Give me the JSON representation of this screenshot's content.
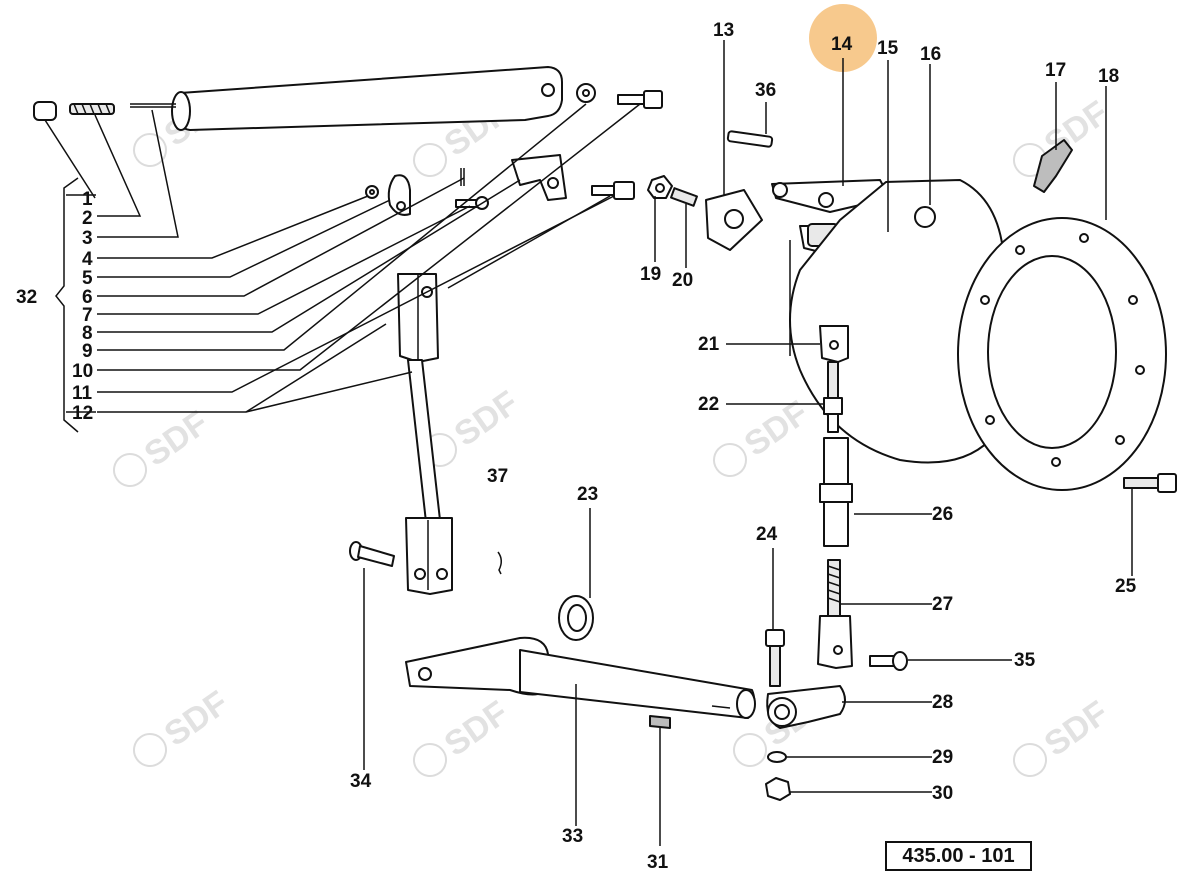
{
  "diagram": {
    "drawing_code": "435.00 - 101",
    "highlighted_callout": "14",
    "highlight_color": "#f7c98d",
    "watermark_text": "SDF",
    "callouts": {
      "c1": "1",
      "c2": "2",
      "c3": "3",
      "c4": "4",
      "c5": "5",
      "c6": "6",
      "c7": "7",
      "c8": "8",
      "c9": "9",
      "c10": "10",
      "c11": "11",
      "c12": "12",
      "c13": "13",
      "c14": "14",
      "c15": "15",
      "c16": "16",
      "c17": "17",
      "c18": "18",
      "c19": "19",
      "c20": "20",
      "c21": "21",
      "c22": "22",
      "c23": "23",
      "c24": "24",
      "c25": "25",
      "c26": "26",
      "c27": "27",
      "c28": "28",
      "c29": "29",
      "c30": "30",
      "c31": "31",
      "c32": "32",
      "c33": "33",
      "c34": "34",
      "c35": "35",
      "c36": "36",
      "c37": "37"
    }
  }
}
